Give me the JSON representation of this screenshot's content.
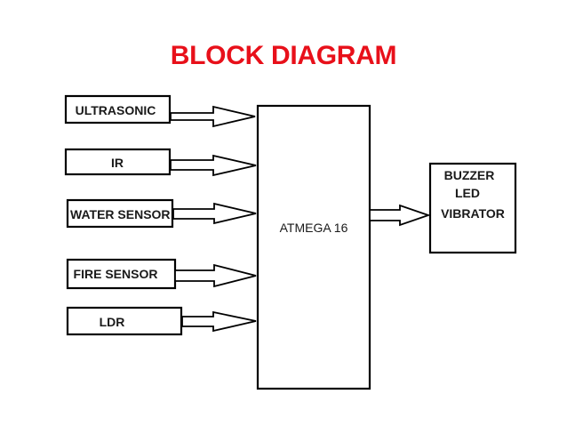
{
  "title": "BLOCK DIAGRAM",
  "colors": {
    "title": "#e8101a",
    "stroke": "#000000",
    "text": "#1a1a1a",
    "background": "#ffffff"
  },
  "inputs": [
    {
      "id": "ultrasonic",
      "label": "ULTRASONIC"
    },
    {
      "id": "ir",
      "label": "IR"
    },
    {
      "id": "water-sensor",
      "label": "WATER SENSOR"
    },
    {
      "id": "fire-sensor",
      "label": "FIRE SENSOR"
    },
    {
      "id": "ldr",
      "label": "LDR"
    }
  ],
  "controller": {
    "label": "ATMEGA 16"
  },
  "outputs": {
    "lines": [
      "BUZZER",
      "LED",
      "VIBRATOR"
    ]
  }
}
